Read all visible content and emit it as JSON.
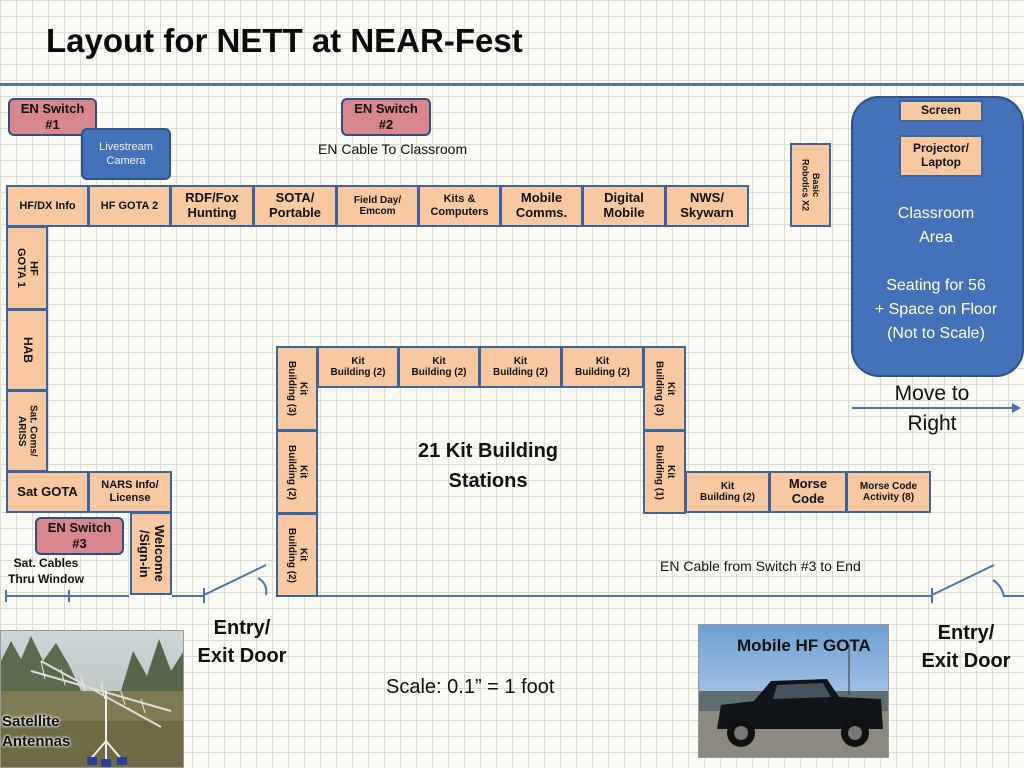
{
  "title": "Layout for NETT at NEAR-Fest",
  "switches": {
    "sw1": [
      "EN Switch",
      "#1"
    ],
    "sw2": [
      "EN Switch",
      "#2"
    ],
    "sw3": [
      "EN Switch",
      "#3"
    ]
  },
  "camera": [
    "Livestream",
    "Camera"
  ],
  "cable_classroom": "EN Cable To Classroom",
  "top_row": [
    [
      "HF/DX Info"
    ],
    [
      "HF GOTA 2"
    ],
    [
      "RDF/Fox",
      "Hunting"
    ],
    [
      "SOTA/",
      "Portable"
    ],
    [
      "Field Day/",
      "Emcom"
    ],
    [
      "Kits &",
      "Computers"
    ],
    [
      "Mobile",
      "Comms."
    ],
    [
      "Digital",
      "Mobile"
    ],
    [
      "NWS/",
      "Skywarn"
    ]
  ],
  "robotics": [
    "Basic",
    "Robotics X2"
  ],
  "left_col": [
    [
      "HF",
      "GOTA 1"
    ],
    [
      "HAB"
    ],
    [
      "Sat. Coms/",
      "ARISS"
    ]
  ],
  "sat_gota": "Sat GOTA",
  "nars": [
    "NARS Info/",
    "License"
  ],
  "welcome": [
    "Welcome",
    "/Sign-in"
  ],
  "sat_cables": [
    "Sat. Cables",
    "Thru Window"
  ],
  "kit_top": [
    [
      "Kit",
      "Building (2)"
    ],
    [
      "Kit",
      "Building (2)"
    ],
    [
      "Kit",
      "Building (2)"
    ],
    [
      "Kit",
      "Building (2)"
    ]
  ],
  "kit_left": [
    [
      "Kit",
      "Building (3)"
    ],
    [
      "Kit",
      "Building (2)"
    ],
    [
      "Kit",
      "Building (2)"
    ]
  ],
  "kit_right": [
    [
      "Kit",
      "Building (3)"
    ],
    [
      "Kit",
      "Building (1)"
    ]
  ],
  "bottom_right": [
    [
      "Kit",
      "Building (2)"
    ],
    [
      "Morse",
      "Code"
    ],
    [
      "Morse Code",
      "Activity (8)"
    ]
  ],
  "kit_center": [
    "21 Kit Building",
    "Stations"
  ],
  "classroom": {
    "screen": "Screen",
    "projector": [
      "Projector/",
      "Laptop"
    ],
    "area": [
      "Classroom",
      "Area"
    ],
    "seating": [
      "Seating for 56",
      "+ Space on Floor",
      "(Not to Scale)"
    ]
  },
  "move_right": [
    "Move to",
    "Right"
  ],
  "cable_end": "EN Cable from Switch #3 to End",
  "entry_left": [
    "Entry/",
    "Exit Door"
  ],
  "entry_right": [
    "Entry/",
    "Exit Door"
  ],
  "scale": "Scale: 0.1” = 1 foot",
  "satellite_caption": [
    "Satellite",
    "Antennas"
  ],
  "mobile_caption": "Mobile HF GOTA",
  "colors": {
    "booth_fill": "#f8c9a0",
    "booth_border": "#3c659f",
    "switch_fill": "#d8878c",
    "classroom_fill": "#4472b8",
    "wall_line": "#4a74b0"
  }
}
